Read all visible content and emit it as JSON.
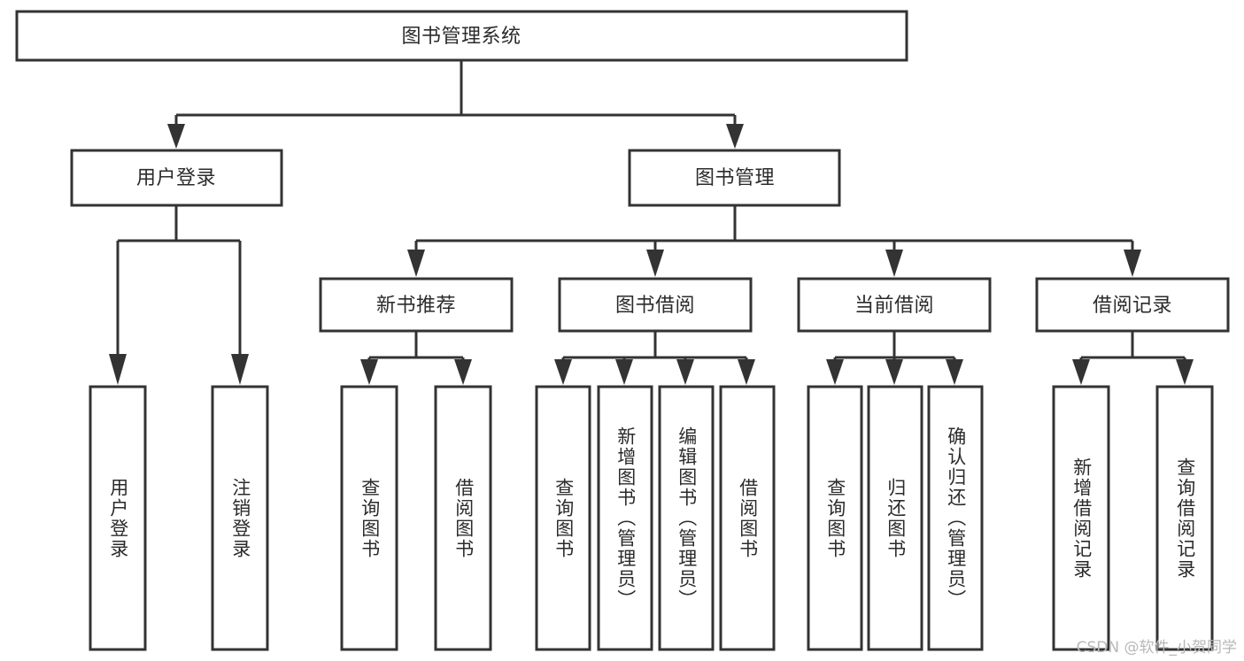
{
  "diagram": {
    "type": "hierarchy-tree",
    "title_node": {
      "label": "图书管理系统"
    },
    "level2": [
      {
        "label": "用户登录"
      },
      {
        "label": "图书管理"
      }
    ],
    "level3": [
      {
        "label": "新书推荐"
      },
      {
        "label": "图书借阅"
      },
      {
        "label": "当前借阅"
      },
      {
        "label": "借阅记录"
      }
    ],
    "leaves": {
      "user_login": [
        {
          "label": "用户登录"
        },
        {
          "label": "注销登录"
        }
      ],
      "new_book_recommend": [
        {
          "label": "查询图书"
        },
        {
          "label": "借阅图书"
        }
      ],
      "book_borrow": [
        {
          "label": "查询图书"
        },
        {
          "label": "新增图书（管理员）"
        },
        {
          "label": "编辑图书（管理员）"
        },
        {
          "label": "借阅图书"
        }
      ],
      "current_borrow": [
        {
          "label": "查询图书"
        },
        {
          "label": "归还图书"
        },
        {
          "label": "确认归还（管理员）"
        }
      ],
      "borrow_record": [
        {
          "label": "新增借阅记录"
        },
        {
          "label": "查询借阅记录"
        }
      ]
    }
  },
  "watermark": {
    "text": "CSDN @软件_小贺同学"
  },
  "colors": {
    "box_stroke": "#333333",
    "box_fill": "#ffffff",
    "text": "#2b2b2b",
    "connector": "#333333",
    "watermark": "#b8b8b8",
    "background": "#ffffff"
  }
}
